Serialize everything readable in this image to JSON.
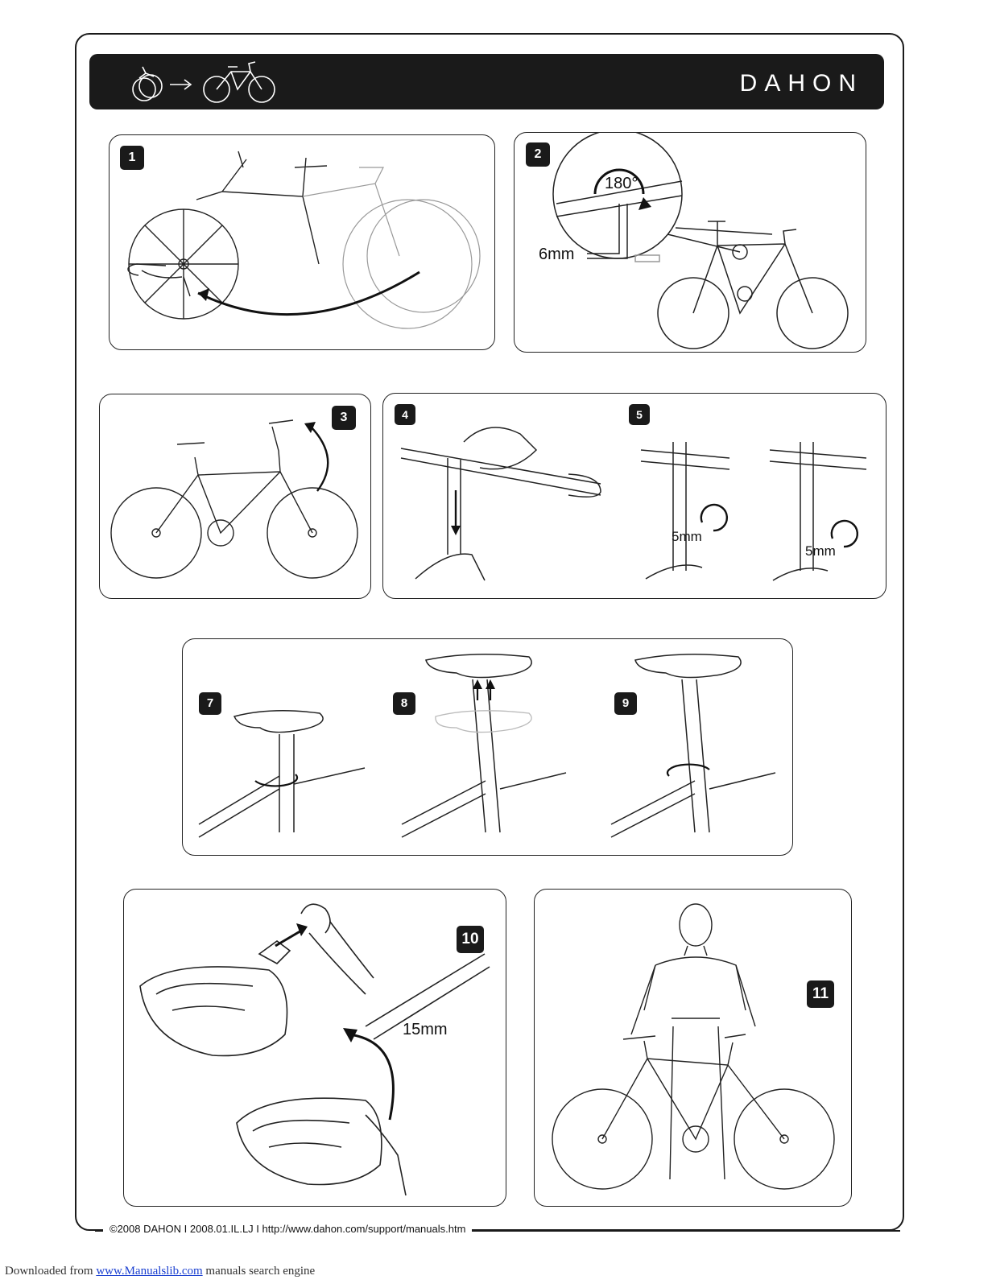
{
  "header": {
    "brand": "DAHON"
  },
  "steps": {
    "s1": {
      "badge": "1"
    },
    "s2": {
      "badge": "2",
      "angle": "180°",
      "tool": "6mm"
    },
    "s3": {
      "badge": "3"
    },
    "s4": {
      "badge": "4"
    },
    "s5": {
      "badge": "5",
      "tool_a": "5mm",
      "tool_b": "5mm"
    },
    "s7": {
      "badge": "7"
    },
    "s8": {
      "badge": "8"
    },
    "s9": {
      "badge": "9"
    },
    "s10": {
      "badge": "10",
      "tool": "15mm"
    },
    "s11": {
      "badge": "11"
    }
  },
  "footer": {
    "text": "©2008 DAHON  I  2008.01.IL.LJ  I  http://www.dahon.com/support/manuals.htm"
  },
  "download": {
    "prefix": "Downloaded from ",
    "link": "www.Manualslib.com",
    "suffix": "  manuals search engine"
  },
  "colors": {
    "ink": "#1a1a1a",
    "link": "#1a3fd0"
  }
}
